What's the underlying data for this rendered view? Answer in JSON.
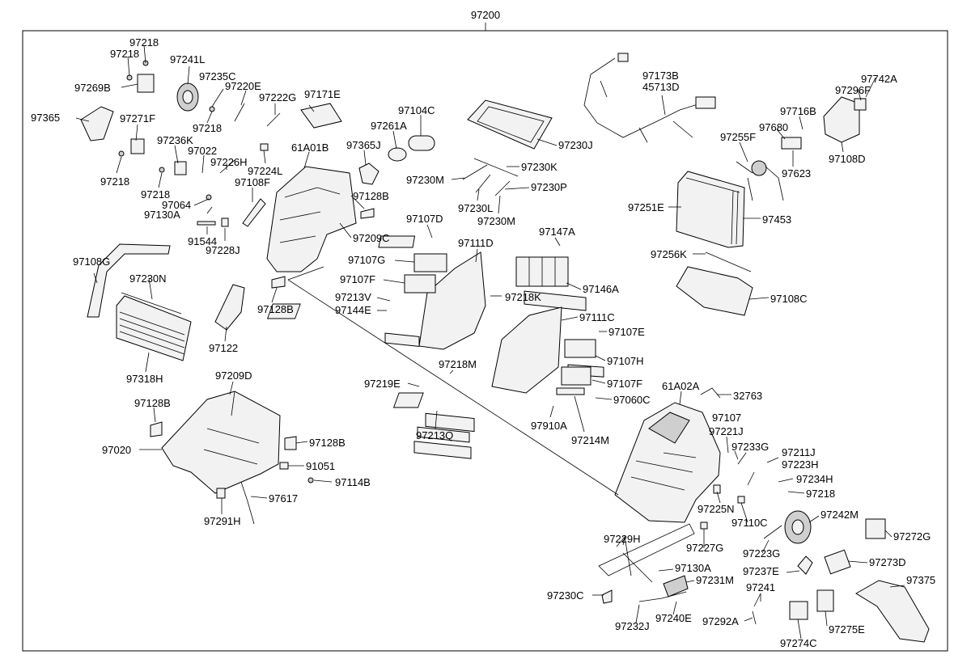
{
  "title": "97200",
  "labels": [
    {
      "id": "97218-a",
      "text": "97218"
    },
    {
      "id": "97218-b",
      "text": "97218"
    },
    {
      "id": "97241L",
      "text": "97241L"
    },
    {
      "id": "97269B",
      "text": "97269B"
    },
    {
      "id": "97235C",
      "text": "97235C"
    },
    {
      "id": "97220E",
      "text": "97220E"
    },
    {
      "id": "97171E",
      "text": "97171E"
    },
    {
      "id": "97222G",
      "text": "97222G"
    },
    {
      "id": "97365",
      "text": "97365"
    },
    {
      "id": "97271F",
      "text": "97271F"
    },
    {
      "id": "97218-c",
      "text": "97218"
    },
    {
      "id": "97236K",
      "text": "97236K"
    },
    {
      "id": "97022",
      "text": "97022"
    },
    {
      "id": "97226H",
      "text": "97226H"
    },
    {
      "id": "97224L",
      "text": "97224L"
    },
    {
      "id": "61A01B",
      "text": "61A01B"
    },
    {
      "id": "97218-d",
      "text": "97218"
    },
    {
      "id": "97218-e",
      "text": "97218"
    },
    {
      "id": "97108F",
      "text": "97108F"
    },
    {
      "id": "97064",
      "text": "97064"
    },
    {
      "id": "97130A-a",
      "text": "97130A"
    },
    {
      "id": "91544",
      "text": "91544"
    },
    {
      "id": "97228J",
      "text": "97228J"
    },
    {
      "id": "97365J",
      "text": "97365J"
    },
    {
      "id": "97261A",
      "text": "97261A"
    },
    {
      "id": "97104C",
      "text": "97104C"
    },
    {
      "id": "97128B-a",
      "text": "97128B"
    },
    {
      "id": "97209C",
      "text": "97209C"
    },
    {
      "id": "97230J",
      "text": "97230J"
    },
    {
      "id": "97230K",
      "text": "97230K"
    },
    {
      "id": "97230M-a",
      "text": "97230M"
    },
    {
      "id": "97230P",
      "text": "97230P"
    },
    {
      "id": "97230L",
      "text": "97230L"
    },
    {
      "id": "97230M-b",
      "text": "97230M"
    },
    {
      "id": "97173B",
      "text": "97173B"
    },
    {
      "id": "45713D",
      "text": "45713D"
    },
    {
      "id": "97742A",
      "text": "97742A"
    },
    {
      "id": "97296F",
      "text": "97296F"
    },
    {
      "id": "97716B",
      "text": "97716B"
    },
    {
      "id": "97680",
      "text": "97680"
    },
    {
      "id": "97255F",
      "text": "97255F"
    },
    {
      "id": "97623",
      "text": "97623"
    },
    {
      "id": "97108D",
      "text": "97108D"
    },
    {
      "id": "97251E",
      "text": "97251E"
    },
    {
      "id": "97453",
      "text": "97453"
    },
    {
      "id": "97256K",
      "text": "97256K"
    },
    {
      "id": "97108C",
      "text": "97108C"
    },
    {
      "id": "97108G",
      "text": "97108G"
    },
    {
      "id": "97230N",
      "text": "97230N"
    },
    {
      "id": "97318H",
      "text": "97318H"
    },
    {
      "id": "97128B-b",
      "text": "97128B"
    },
    {
      "id": "97122",
      "text": "97122"
    },
    {
      "id": "97107D",
      "text": "97107D"
    },
    {
      "id": "97111D",
      "text": "97111D"
    },
    {
      "id": "97147A",
      "text": "97147A"
    },
    {
      "id": "97107G",
      "text": "97107G"
    },
    {
      "id": "97107F-a",
      "text": "97107F"
    },
    {
      "id": "97146A",
      "text": "97146A"
    },
    {
      "id": "97213V",
      "text": "97213V"
    },
    {
      "id": "97144E",
      "text": "97144E"
    },
    {
      "id": "97218K",
      "text": "97218K"
    },
    {
      "id": "97111C",
      "text": "97111C"
    },
    {
      "id": "97107E",
      "text": "97107E"
    },
    {
      "id": "97107H",
      "text": "97107H"
    },
    {
      "id": "97107F-b",
      "text": "97107F"
    },
    {
      "id": "97060C",
      "text": "97060C"
    },
    {
      "id": "97218M",
      "text": "97218M"
    },
    {
      "id": "97219E",
      "text": "97219E"
    },
    {
      "id": "97213Q",
      "text": "97213Q"
    },
    {
      "id": "97910A",
      "text": "97910A"
    },
    {
      "id": "97214M",
      "text": "97214M"
    },
    {
      "id": "97209D",
      "text": "97209D"
    },
    {
      "id": "97128B-c",
      "text": "97128B"
    },
    {
      "id": "97128B-d",
      "text": "97128B"
    },
    {
      "id": "97020",
      "text": "97020"
    },
    {
      "id": "91051",
      "text": "91051"
    },
    {
      "id": "97114B",
      "text": "97114B"
    },
    {
      "id": "97617",
      "text": "97617"
    },
    {
      "id": "97291H",
      "text": "97291H"
    },
    {
      "id": "61A02A",
      "text": "61A02A"
    },
    {
      "id": "32763",
      "text": "32763"
    },
    {
      "id": "97107",
      "text": "97107"
    },
    {
      "id": "97221J",
      "text": "97221J"
    },
    {
      "id": "97233G",
      "text": "97233G"
    },
    {
      "id": "97211J",
      "text": "97211J"
    },
    {
      "id": "97223H",
      "text": "97223H"
    },
    {
      "id": "97234H",
      "text": "97234H"
    },
    {
      "id": "97218-f",
      "text": "97218"
    },
    {
      "id": "97225N",
      "text": "97225N"
    },
    {
      "id": "97242M",
      "text": "97242M"
    },
    {
      "id": "97110C",
      "text": "97110C"
    },
    {
      "id": "97272G",
      "text": "97272G"
    },
    {
      "id": "97227G",
      "text": "97227G"
    },
    {
      "id": "97229H",
      "text": "97229H"
    },
    {
      "id": "97223G",
      "text": "97223G"
    },
    {
      "id": "97273D",
      "text": "97273D"
    },
    {
      "id": "97130A-b",
      "text": "97130A"
    },
    {
      "id": "97237E",
      "text": "97237E"
    },
    {
      "id": "97231M",
      "text": "97231M"
    },
    {
      "id": "97241",
      "text": "97241"
    },
    {
      "id": "97375",
      "text": "97375"
    },
    {
      "id": "97230C",
      "text": "97230C"
    },
    {
      "id": "97232J",
      "text": "97232J"
    },
    {
      "id": "97240E",
      "text": "97240E"
    },
    {
      "id": "97292A",
      "text": "97292A"
    },
    {
      "id": "97275E",
      "text": "97275E"
    },
    {
      "id": "97274C",
      "text": "97274C"
    }
  ]
}
